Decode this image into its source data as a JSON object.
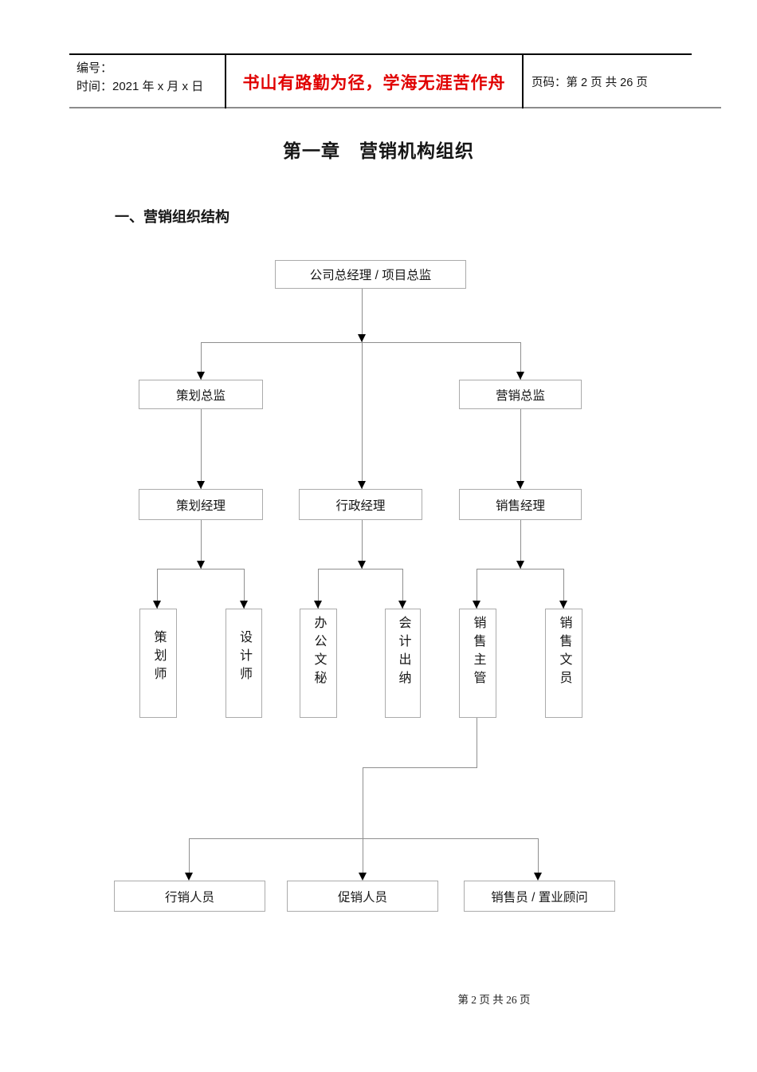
{
  "header": {
    "number_label": "编号：",
    "time_label": "时间：2021 年 x 月 x 日",
    "motto": "书山有路勤为径，学海无涯苦作舟",
    "page_label": "页码：第 2 页  共 26 页"
  },
  "document": {
    "title": "第一章　营销机构组织",
    "section_heading": "一、营销组织结构"
  },
  "org_chart": {
    "level1": {
      "general_manager": "公司总经理 / 项目总监"
    },
    "level2": {
      "planning_director": "策划总监",
      "marketing_director": "营销总监"
    },
    "level3": {
      "planning_manager": "策划经理",
      "admin_manager": "行政经理",
      "sales_manager": "销售经理"
    },
    "level4": {
      "planner": "策划师",
      "designer": "设计师",
      "office_secretary": "办公文秘",
      "accounting_cashier": "会计出纳",
      "sales_supervisor": "销售主管",
      "sales_clerk": "销售文员"
    },
    "level5": {
      "field_sales": "行销人员",
      "promotion_staff": "促销人员",
      "salesperson": "销售员 / 置业顾问"
    }
  },
  "footer": {
    "page_text": "第 2 页 共 26 页"
  },
  "colors": {
    "motto_red": "#e00000",
    "line_gray": "#8f8f8f",
    "box_border": "#ababab",
    "arrow_black": "#000000"
  }
}
